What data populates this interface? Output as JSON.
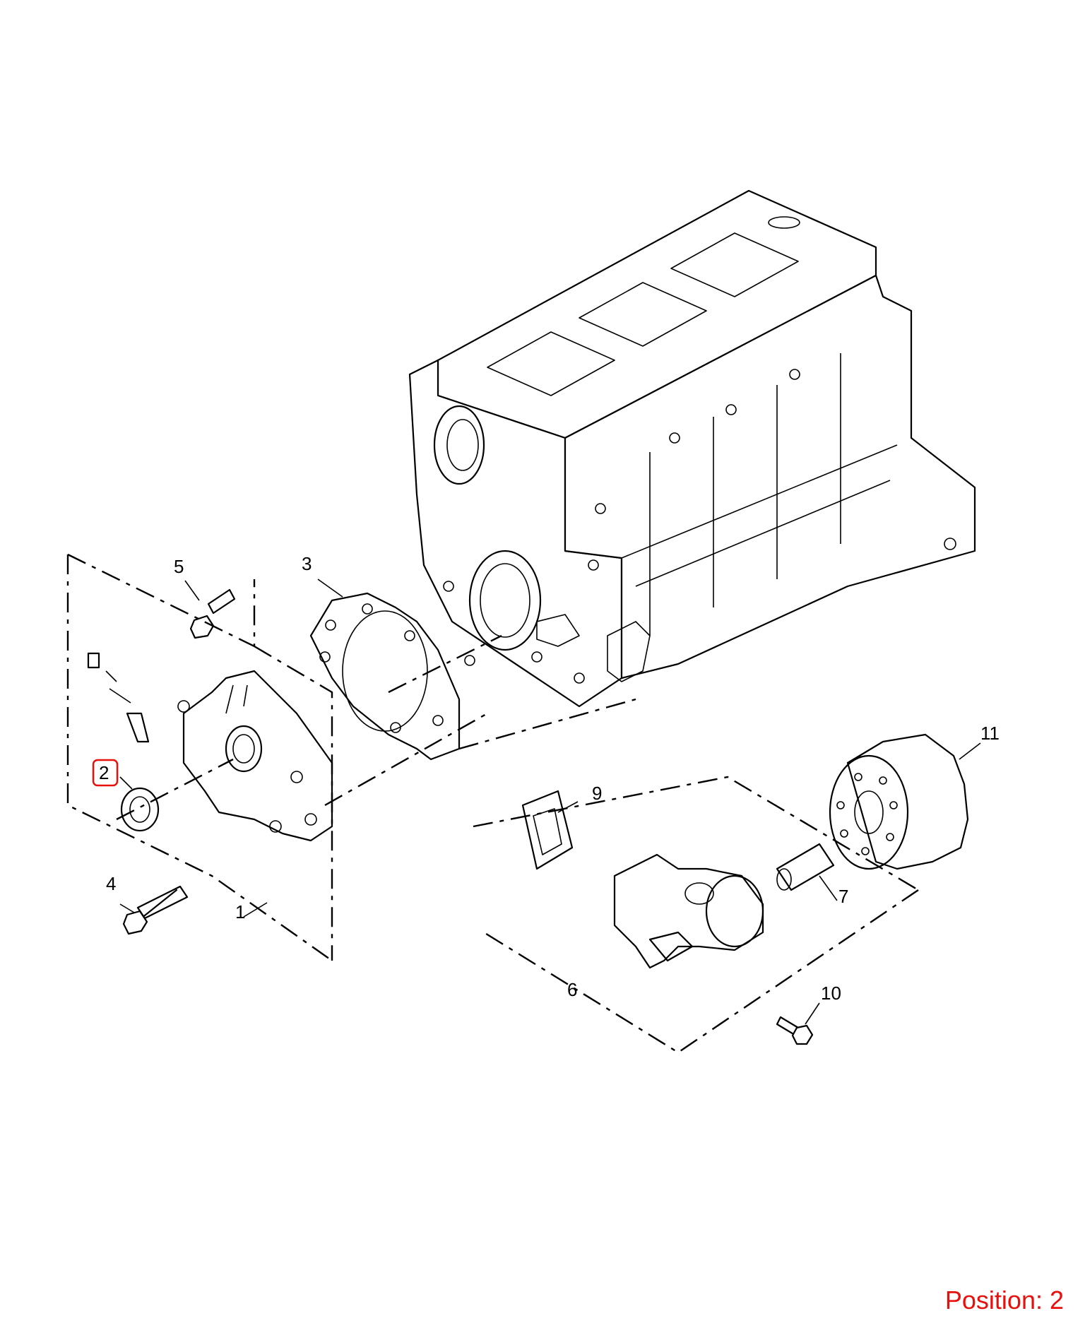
{
  "callouts": {
    "c1": "1",
    "c2": "2",
    "c3": "3",
    "c4": "4",
    "c5": "5",
    "c6": "6",
    "c7": "7",
    "c8": "9",
    "c9": "10",
    "c10": "11"
  },
  "selected_callout": "2",
  "highlight_color": "#e8100c",
  "position_label": "Position: 2"
}
